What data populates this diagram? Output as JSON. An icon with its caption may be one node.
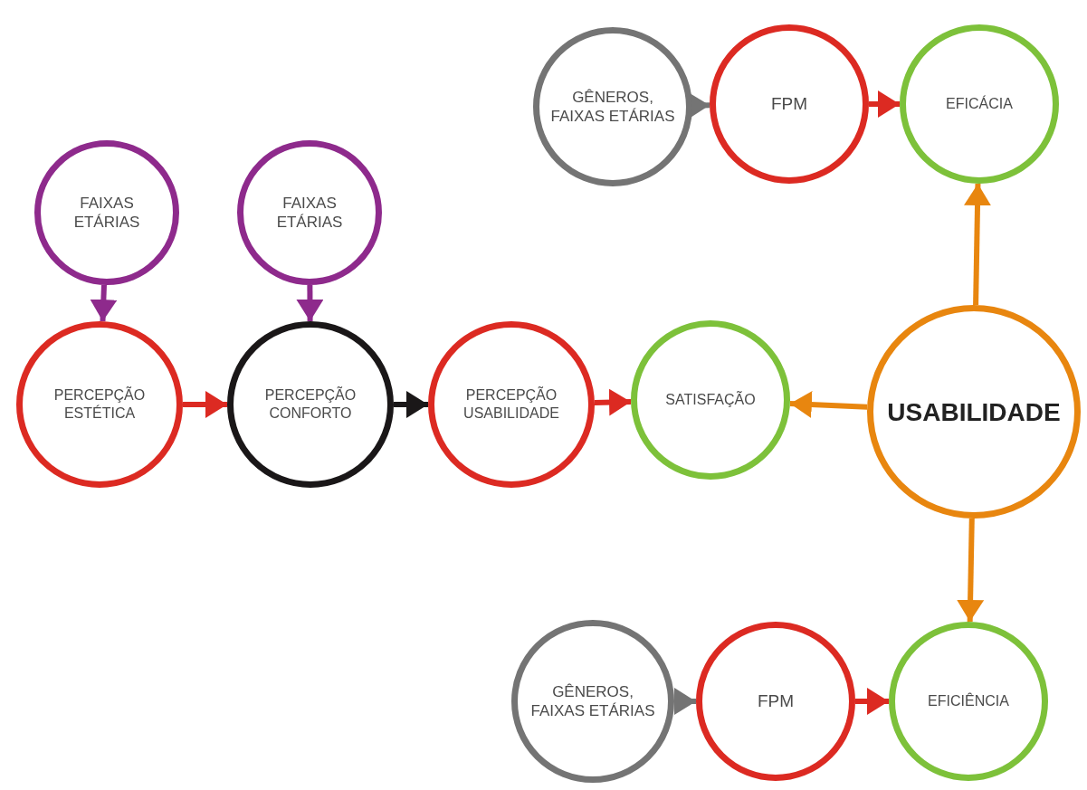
{
  "diagram": {
    "nodes": [
      {
        "text": [
          "GÊNEROS, FAIXAS ETÁRIAS"
        ]
      },
      {
        "text": [
          "FPM"
        ]
      },
      {
        "text": [
          "EFICÁCIA"
        ]
      },
      {
        "text": [
          "FAIXAS ETÁRIAS"
        ]
      },
      {
        "text": [
          "FAIXAS ETÁRIAS"
        ]
      },
      {
        "text": [
          "PERCEPÇÃO ESTÉTICA"
        ]
      },
      {
        "text": [
          "PERCEPÇÃO CONFORTO"
        ]
      },
      {
        "text": [
          "PERCEPÇÃO USABILIDADE"
        ]
      },
      {
        "text": [
          "SATISFAÇÃO"
        ]
      },
      {
        "text": [
          "USABILIDADE"
        ]
      },
      {
        "text": [
          "GÊNEROS, FAIXAS ETÁRIAS"
        ]
      },
      {
        "text": [
          "FPM"
        ]
      },
      {
        "text": [
          "EFICIÊNCIA"
        ]
      }
    ],
    "edges": [
      {
        "from": 0,
        "to": 1,
        "arrow": "to",
        "color": "#747474"
      },
      {
        "from": 1,
        "to": 2,
        "arrow": "to"
      },
      {
        "from": 3,
        "to": 5,
        "arrow": "to",
        "color": "#8e2a8c"
      },
      {
        "from": 4,
        "to": 6,
        "arrow": "to",
        "color": "#8e2a8c"
      },
      {
        "from": 5,
        "to": 6,
        "arrow": "to"
      },
      {
        "from": 6,
        "to": 7,
        "arrow": "to",
        "color": "#1a1718"
      },
      {
        "from": 7,
        "to": 8,
        "arrow": "to"
      },
      {
        "from": 9,
        "to": 8,
        "arrow": "to",
        "color": "#e8860f"
      },
      {
        "from": 9,
        "to": 2,
        "arrow": "to",
        "color": "#e8860f"
      },
      {
        "from": 9,
        "to": 12,
        "arrow": "to",
        "color": "#e8860f"
      },
      {
        "from": 10,
        "to": 11,
        "arrow": "to",
        "color": "#747474"
      },
      {
        "from": 11,
        "to": 12,
        "arrow": "to"
      }
    ]
  }
}
